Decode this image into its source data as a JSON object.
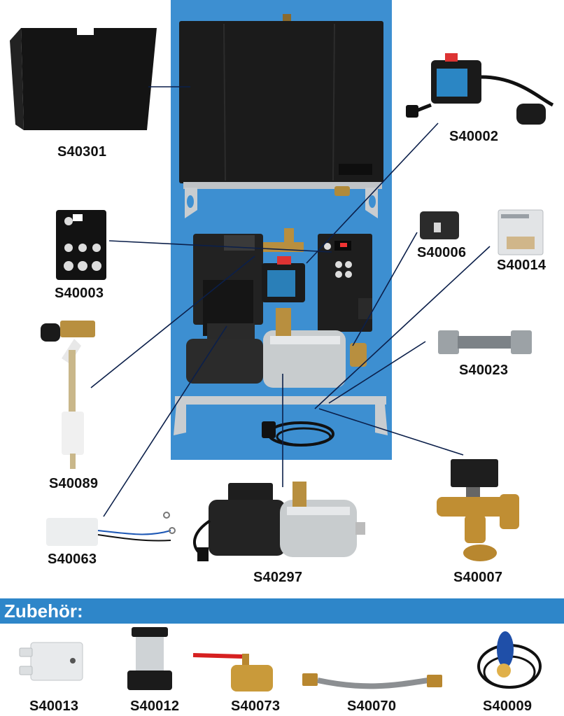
{
  "parts": {
    "s40301": "S40301",
    "s40002": "S40002",
    "s40003": "S40003",
    "s40006": "S40006",
    "s40014": "S40014",
    "s40023": "S40023",
    "s40089": "S40089",
    "s40063": "S40063",
    "s40297": "S40297",
    "s40007": "S40007"
  },
  "accessories": {
    "title": "Zubehör:",
    "s40013": "S40013",
    "s40012": "S40012",
    "s40073": "S40073",
    "s40070": "S40070",
    "s40009": "S40009"
  },
  "colors": {
    "panel": "#3d8fd1",
    "bar": "#2e86c9",
    "leader": "#0b1f4a"
  }
}
